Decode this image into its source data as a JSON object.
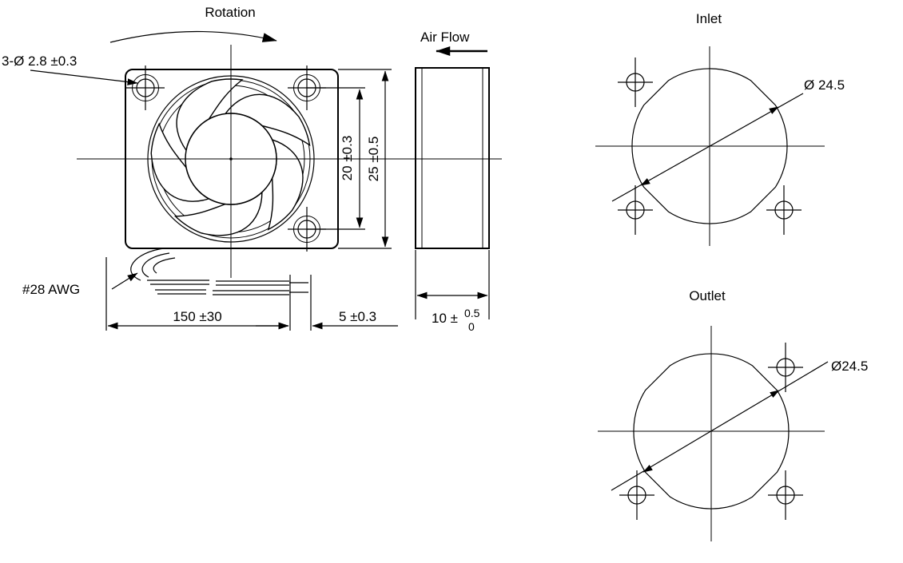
{
  "drawing": {
    "type": "axial-fan-dimensional-drawing",
    "front_view": {
      "rotation_label": "Rotation",
      "holes_dim": "3-Ø 2.8 ±0.3",
      "bolt_spacing_dim": "20 ±0.3",
      "frame_size_dim": "25 ±0.5",
      "wire_gauge": "#28 AWG",
      "lead_length_dim": "150 ±30",
      "strip_length_dim": "5 ±0.3"
    },
    "side_view": {
      "air_flow_label": "Air Flow",
      "thickness_dim_base": "10 ±",
      "thickness_upper_tol": "0.5",
      "thickness_lower_tol": "0"
    },
    "inlet_view": {
      "label": "Inlet",
      "diameter_dim": "Ø 24.5"
    },
    "outlet_view": {
      "label": "Outlet",
      "diameter_dim": "Ø24.5"
    },
    "colors": {
      "line": "#000000",
      "background": "#ffffff"
    }
  }
}
